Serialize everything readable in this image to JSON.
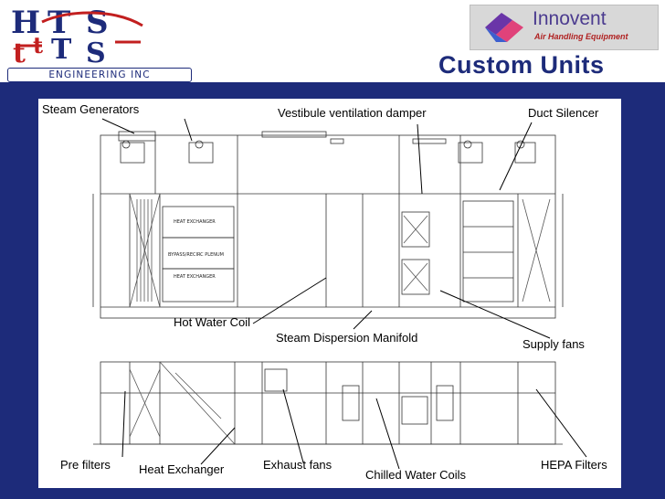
{
  "header": {
    "hts_subtitle": "ENGINEERING INC",
    "innovent_name": "Innovent",
    "innovent_tagline": "Air Handling Equipment",
    "title": "Custom Units"
  },
  "labels": {
    "steam_generators": "Steam Generators",
    "vestibule_damper": "Vestibule ventilation damper",
    "duct_silencer": "Duct Silencer",
    "hot_water_coil": "Hot Water Coil",
    "steam_dispersion_manifold": "Steam Dispersion Manifold",
    "supply_fans": "Supply fans",
    "pre_filters": "Pre filters",
    "heat_exchanger": "Heat Exchanger",
    "exhaust_fans": "Exhaust fans",
    "chilled_water_coils": "Chilled Water Coils",
    "hepa_filters": "HEPA Filters"
  },
  "drawing_text": {
    "heat_exchanger_upper": "HEAT EXCHANGER",
    "bypass_plenum": "BYPASS/RECIRC PLENUM",
    "heat_exchanger_lower": "HEAT EXCHANGER"
  },
  "colors": {
    "brand_blue": "#1d2b7a",
    "innovent_purple": "#4b3b8f",
    "hts_red": "#c21f1f"
  }
}
